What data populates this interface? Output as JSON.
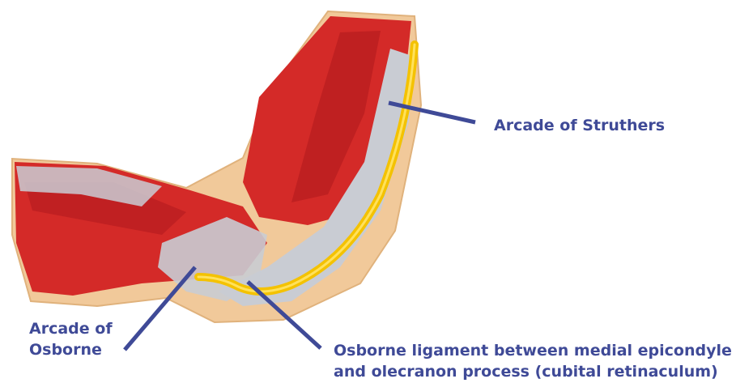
{
  "colors": {
    "label_text": "#3f4a97",
    "leader_line": "#3f4a97",
    "skin": "#f1c99a",
    "muscle": "#d42a28",
    "muscle_dark": "#a9151a",
    "tendon": "#c9ccd3",
    "nerve": "#f4c200"
  },
  "labels": {
    "arcade_of_struthers": "Arcade of Struthers",
    "arcade_of_osborne": {
      "line1": "Arcade of",
      "line2": "Osborne"
    },
    "osborne_ligament": {
      "line1": "Osborne ligament between medial epicondyle",
      "line2": "and olecranon process (cubital retinaculum)"
    }
  }
}
